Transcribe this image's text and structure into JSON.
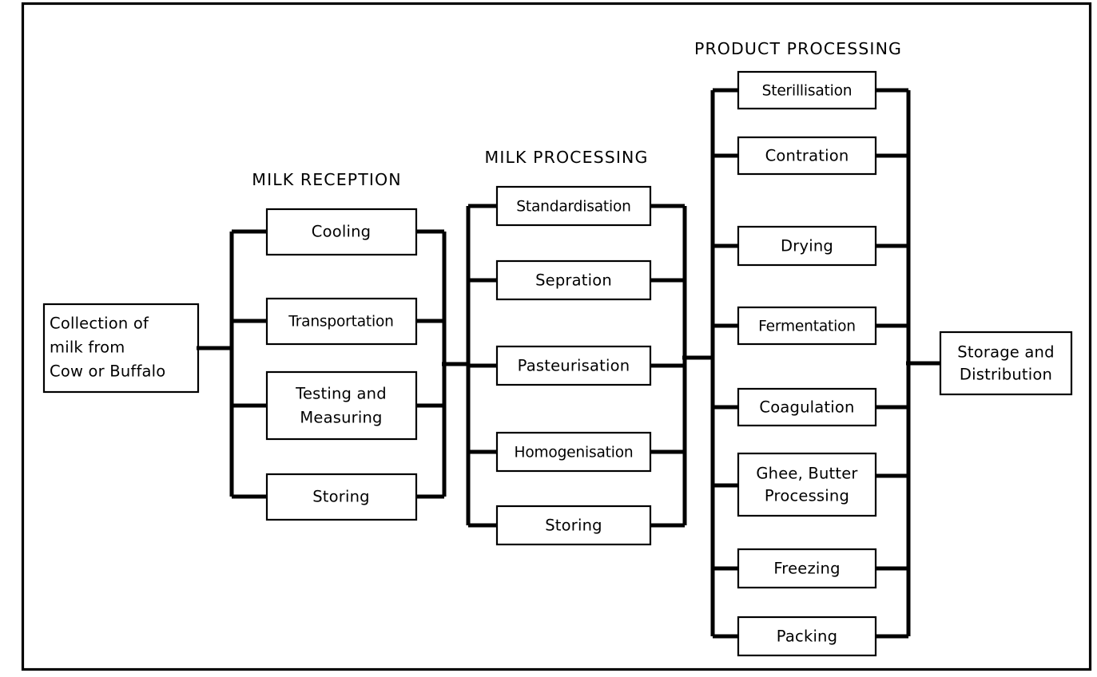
{
  "diagram": {
    "title_visible": false,
    "source_node": {
      "id": "collection",
      "lines": [
        "Collection of",
        "milk from",
        "Cow or Buffalo"
      ]
    },
    "sink_node": {
      "id": "storage-distribution",
      "lines": [
        "Storage and",
        "Distribution"
      ]
    },
    "groups": [
      {
        "id": "milk-reception",
        "title": "MILK RECEPTION",
        "nodes": [
          {
            "id": "cooling",
            "lines": [
              "Cooling"
            ]
          },
          {
            "id": "transportation",
            "lines": [
              "Transportation"
            ]
          },
          {
            "id": "testing-and-measuring",
            "lines": [
              "Testing  and",
              "Measuring"
            ]
          },
          {
            "id": "storing-reception",
            "lines": [
              "Storing"
            ]
          }
        ]
      },
      {
        "id": "milk-processing",
        "title": "MILK PROCESSING",
        "nodes": [
          {
            "id": "standardisation",
            "lines": [
              "Standardisation"
            ]
          },
          {
            "id": "sepration",
            "lines": [
              "Sepration"
            ]
          },
          {
            "id": "pasteurisation",
            "lines": [
              "Pasteurisation"
            ]
          },
          {
            "id": "homogenisation",
            "lines": [
              "Homogenisation"
            ]
          },
          {
            "id": "storing-processing",
            "lines": [
              "Storing"
            ]
          }
        ]
      },
      {
        "id": "product-processing",
        "title": "PRODUCT PROCESSING",
        "nodes": [
          {
            "id": "sterillisation",
            "lines": [
              "Sterillisation"
            ]
          },
          {
            "id": "contration",
            "lines": [
              "Contration"
            ]
          },
          {
            "id": "drying",
            "lines": [
              "Drying"
            ]
          },
          {
            "id": "fermentation",
            "lines": [
              "Fermentation"
            ]
          },
          {
            "id": "coagulation",
            "lines": [
              "Coagulation"
            ]
          },
          {
            "id": "ghee-butter-processing",
            "lines": [
              "Ghee, Butter",
              "Processing"
            ]
          },
          {
            "id": "freezing",
            "lines": [
              "Freezing"
            ]
          },
          {
            "id": "packing",
            "lines": [
              "Packing"
            ]
          }
        ]
      }
    ],
    "colors": {
      "stroke": "#000000",
      "fill": "#ffffff",
      "background": "#ffffff"
    }
  }
}
